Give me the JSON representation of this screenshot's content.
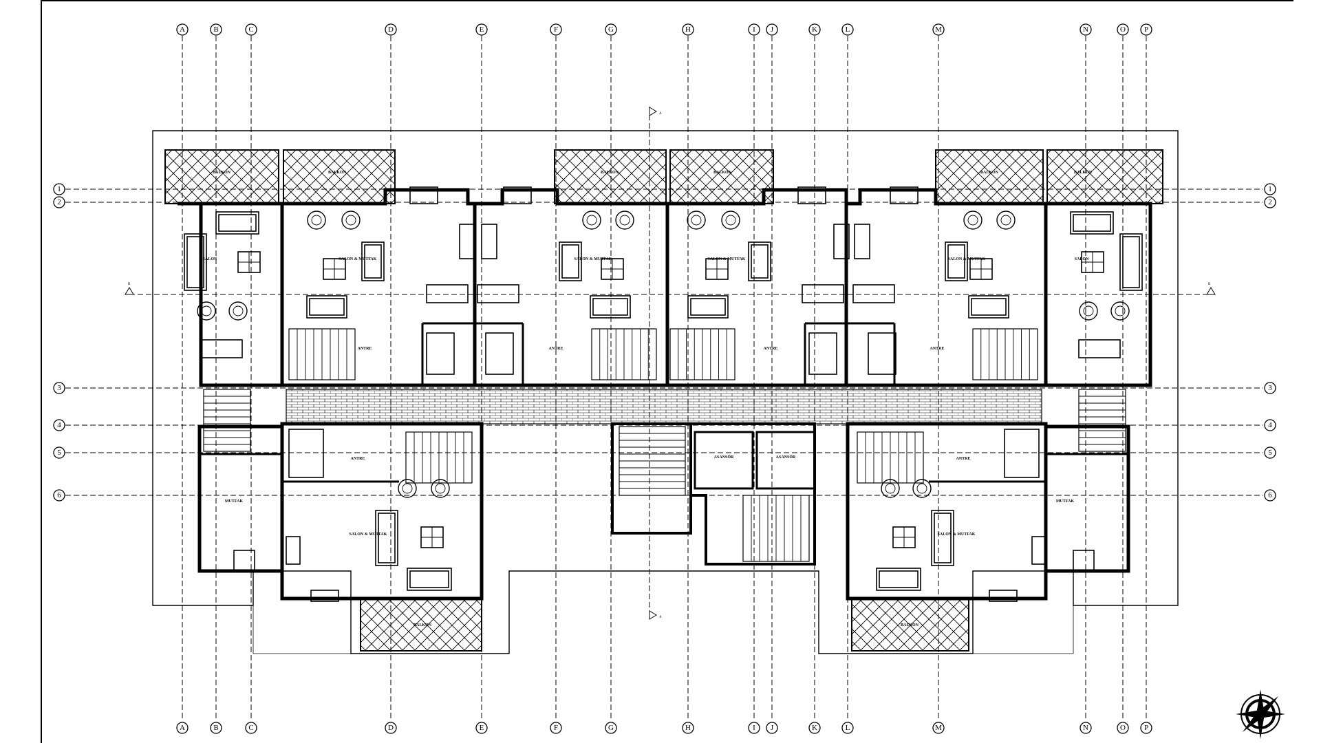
{
  "grid_columns": [
    "A",
    "B",
    "C",
    "D",
    "E",
    "F",
    "G",
    "H",
    "I",
    "J",
    "K",
    "L",
    "M",
    "N",
    "O",
    "P"
  ],
  "grid_rows": [
    "1",
    "2",
    "3",
    "4",
    "5",
    "6"
  ],
  "section_marks": {
    "vertical": "A",
    "horizontal": "B"
  },
  "rooms": {
    "balkon": "BALKON",
    "salon": "SALON",
    "salon_mutfak": "SALON & MUTFAK",
    "mutfak": "MUTFAK",
    "antre": "ANTRE",
    "asansor": "ASANSÖR"
  },
  "compass": "north-arrow-icon"
}
